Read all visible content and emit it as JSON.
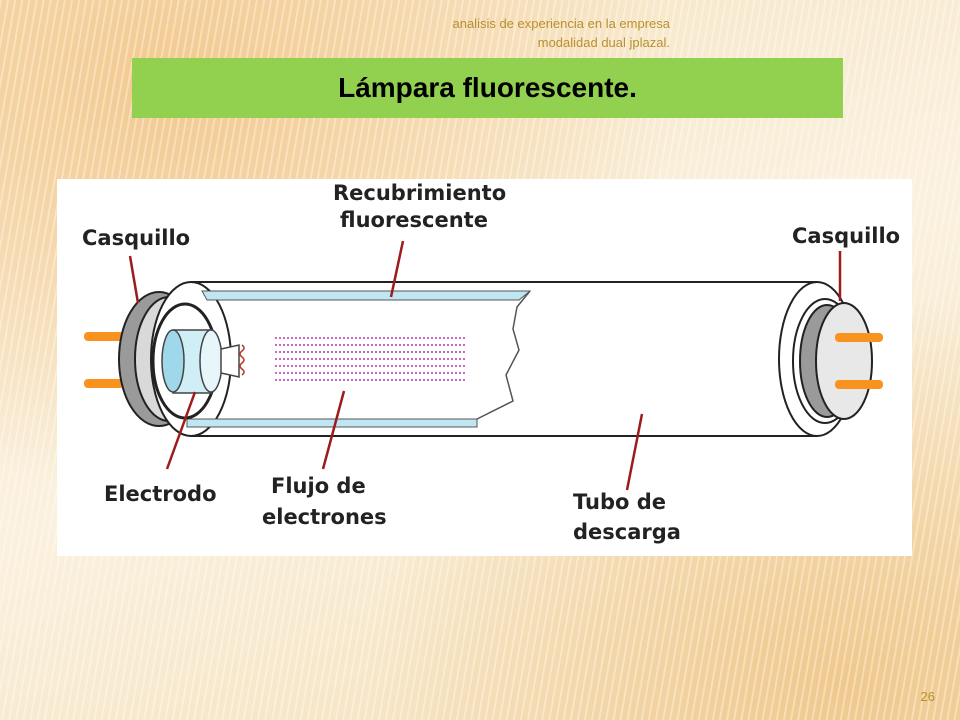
{
  "header": {
    "line1": "analisis de experiencia en la empresa",
    "line2": "modalidad dual jplazal."
  },
  "slide": {
    "title": "Lámpara fluorescente.",
    "page_number": "26"
  },
  "diagram": {
    "labels": {
      "casquillo_left": "Casquillo",
      "recubrimiento_line1": "Recubrimiento",
      "recubrimiento_line2": "fluorescente",
      "casquillo_right": "Casquillo",
      "electrodo": "Electrodo",
      "flujo_line1": "Flujo de",
      "flujo_line2": "electrones",
      "tubo_line1": "Tubo de",
      "tubo_line2": "descarga"
    },
    "colors": {
      "leader_line": "#9b1c1c",
      "pin": "#f7931e",
      "coating": "#bfe6f2",
      "electron_flow": "#c869c8",
      "cap_gray": "#9a9a9a"
    }
  }
}
